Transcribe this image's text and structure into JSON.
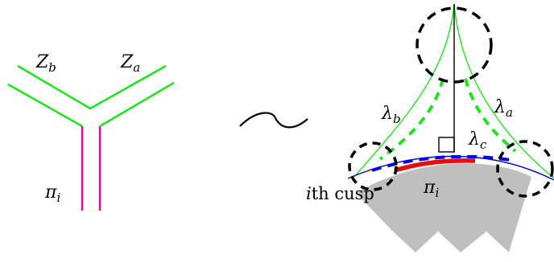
{
  "left_diagram": {
    "label_zb": {
      "base": "Z",
      "sub": "b"
    },
    "label_za": {
      "base": "Z",
      "sub": "a"
    },
    "label_pi": {
      "base": "π",
      "sub": "i"
    },
    "edge_color": "#22e022",
    "stem_color": "#e0109a"
  },
  "tilde_symbol": "~",
  "right_diagram": {
    "label_lambda_b": {
      "base": "λ",
      "sub": "b"
    },
    "label_lambda_a": {
      "base": "λ",
      "sub": "a"
    },
    "label_lambda_c": {
      "base": "λ",
      "sub": "c"
    },
    "label_pi": {
      "base": "π",
      "sub": "i"
    },
    "cusp_label": {
      "prefix": "i",
      "text": "th cusp"
    },
    "geodesic_color": "#22e022",
    "horocycle_color": "#0000cc",
    "dashed_color": "#0000ee",
    "arc_color": "#e01010",
    "region_color": "#bfbfbf",
    "circle_color": "#000000"
  }
}
